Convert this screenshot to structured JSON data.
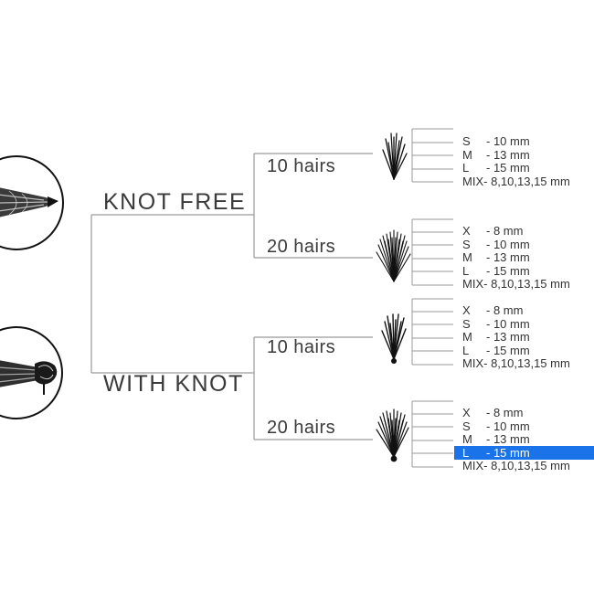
{
  "colors": {
    "line": "#9a9a9a",
    "text": "#333333",
    "highlight": "#1a73e8"
  },
  "branches": [
    {
      "type_label": "KNOT FREE",
      "icon": "knot-free-lash-closeup-icon",
      "groups": [
        {
          "count_label": "10 hairs",
          "icon": "lash-cluster-10-icon",
          "sizes": [
            {
              "code": "S",
              "value": "- 10 mm"
            },
            {
              "code": "M",
              "value": "- 13 mm"
            },
            {
              "code": "L",
              "value": "- 15 mm"
            },
            {
              "code": "MIX-",
              "value": "8,10,13,15 mm"
            }
          ]
        },
        {
          "count_label": "20 hairs",
          "icon": "lash-cluster-20-icon",
          "sizes": [
            {
              "code": "X",
              "value": "- 8 mm"
            },
            {
              "code": "S",
              "value": "- 10 mm"
            },
            {
              "code": "M",
              "value": "- 13 mm"
            },
            {
              "code": "L",
              "value": "- 15 mm"
            },
            {
              "code": "MIX-",
              "value": "8,10,13,15 mm"
            }
          ]
        }
      ]
    },
    {
      "type_label": "WITH KNOT",
      "icon": "with-knot-lash-closeup-icon",
      "groups": [
        {
          "count_label": "10 hairs",
          "icon": "lash-cluster-10-knot-icon",
          "sizes": [
            {
              "code": "X",
              "value": "- 8 mm"
            },
            {
              "code": "S",
              "value": "- 10 mm"
            },
            {
              "code": "M",
              "value": "- 13 mm"
            },
            {
              "code": "L",
              "value": "- 15 mm"
            },
            {
              "code": "MIX-",
              "value": "8,10,13,15 mm"
            }
          ]
        },
        {
          "count_label": "20 hairs",
          "icon": "lash-cluster-20-knot-icon",
          "sizes": [
            {
              "code": "X",
              "value": "- 8 mm"
            },
            {
              "code": "S",
              "value": "- 10 mm"
            },
            {
              "code": "M",
              "value": "- 13 mm"
            },
            {
              "code": "L",
              "value": "- 15 mm",
              "selected": true
            },
            {
              "code": "MIX-",
              "value": "8,10,13,15 mm"
            }
          ]
        }
      ]
    }
  ]
}
